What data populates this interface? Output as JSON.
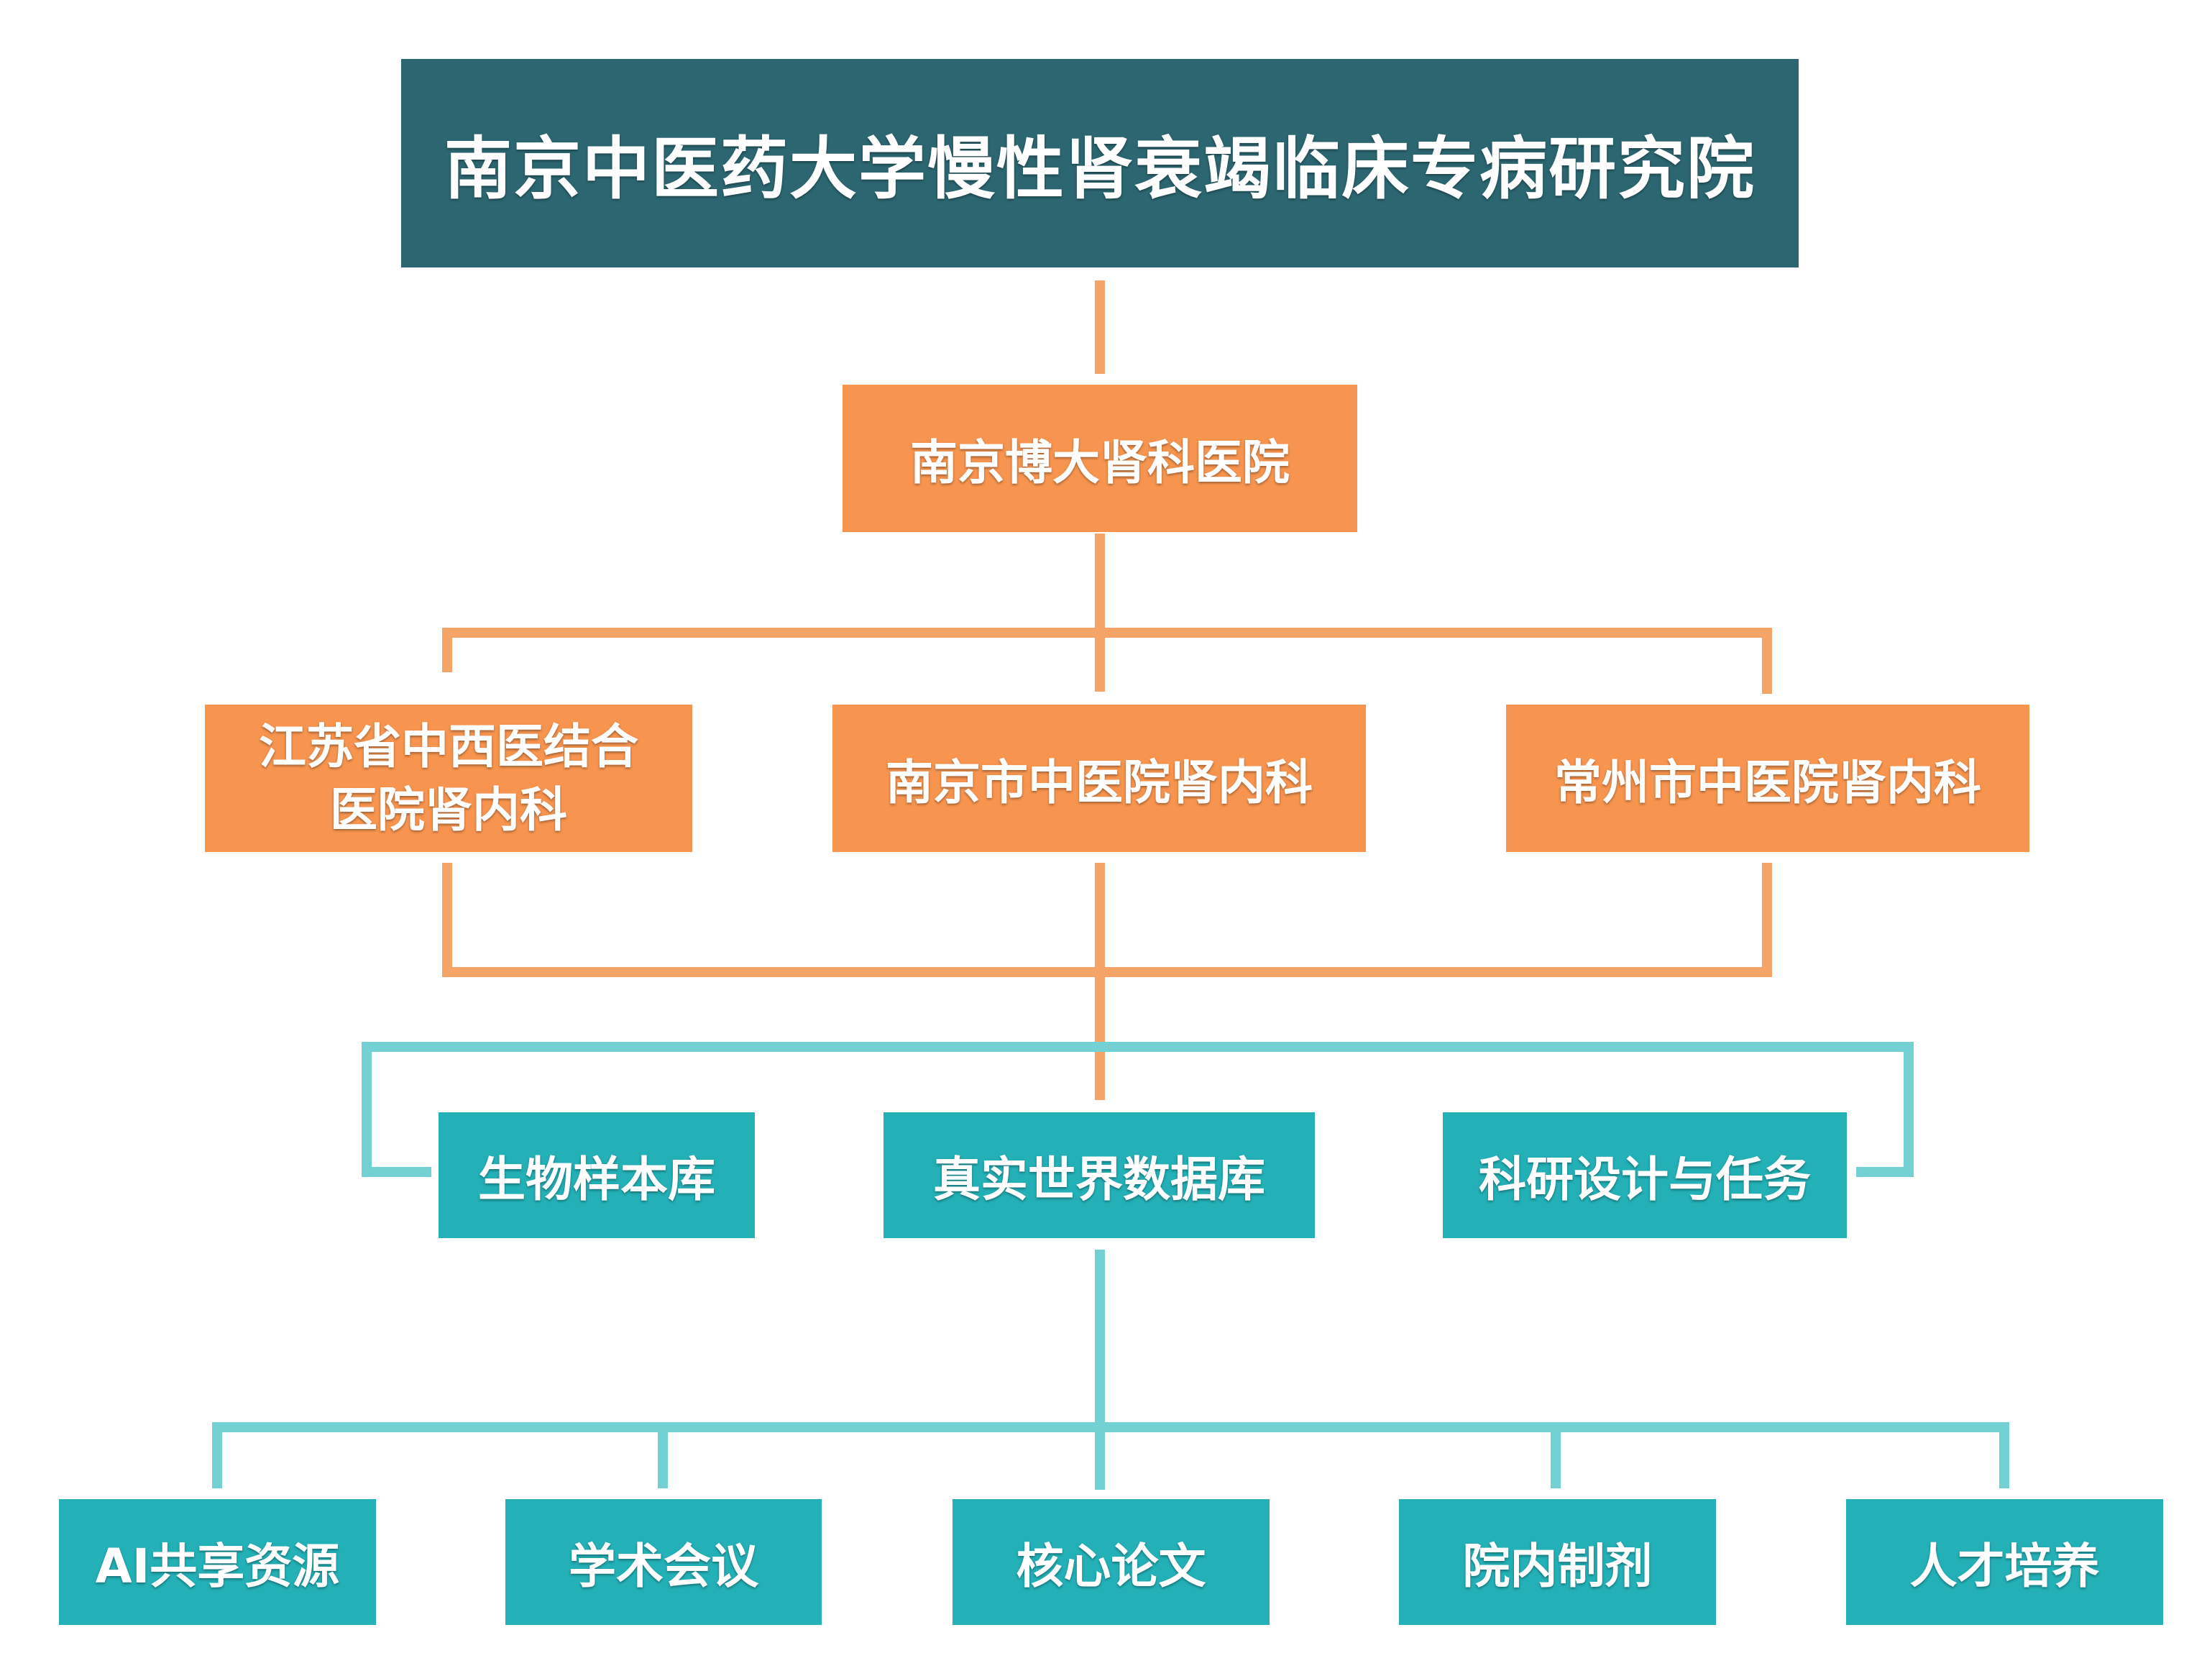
{
  "colors": {
    "top_box": "#2c6671",
    "orange_box": "#f7944f",
    "teal_box": "#23b0b6",
    "orange_line": "#f3a466",
    "teal_line": "#74d1d3"
  },
  "root": {
    "label": "南京中医药大学慢性肾衰竭临床专病研究院"
  },
  "hospital": {
    "label": "南京博大肾科医院"
  },
  "departments": [
    {
      "line1": "江苏省中西医结合",
      "line2": "医院肾内科"
    },
    {
      "label": "南京市中医院肾内科"
    },
    {
      "label": "常州市中医院肾内科"
    }
  ],
  "platforms": [
    {
      "label": "生物样本库"
    },
    {
      "label": "真实世界数据库"
    },
    {
      "label": "科研设计与任务"
    }
  ],
  "outputs": [
    {
      "label": "AI共享资源"
    },
    {
      "label": "学术会议"
    },
    {
      "label": "核心论文"
    },
    {
      "label": "院内制剂"
    },
    {
      "label": "人才培养"
    }
  ]
}
